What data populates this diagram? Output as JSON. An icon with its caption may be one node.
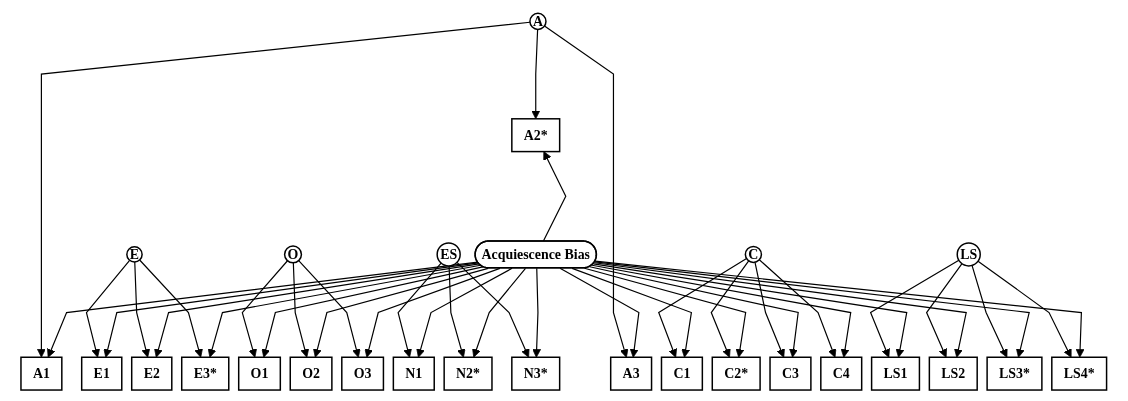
{
  "diagram": {
    "nodes": [
      {
        "text": [
          "E"
        ]
      },
      {
        "text": [
          "O"
        ]
      },
      {
        "text": [
          "ES"
        ]
      },
      {
        "text": [
          "A"
        ]
      },
      {
        "text": [
          "C"
        ]
      },
      {
        "text": [
          "LS"
        ]
      },
      {
        "text": [
          "E1"
        ]
      },
      {
        "text": [
          "E2"
        ]
      },
      {
        "text": [
          "E3*"
        ]
      },
      {
        "text": [
          "O1"
        ]
      },
      {
        "text": [
          "O2"
        ]
      },
      {
        "text": [
          "O3"
        ]
      },
      {
        "text": [
          "N1"
        ]
      },
      {
        "text": [
          "N2*"
        ]
      },
      {
        "text": [
          "N3*"
        ]
      },
      {
        "text": [
          "A1"
        ]
      },
      {
        "text": [
          "A2*"
        ]
      },
      {
        "text": [
          "A3"
        ]
      },
      {
        "text": [
          "C1"
        ]
      },
      {
        "text": [
          "C2*"
        ]
      },
      {
        "text": [
          "C3"
        ]
      },
      {
        "text": [
          "C4"
        ]
      },
      {
        "text": [
          "LS1"
        ]
      },
      {
        "text": [
          "LS2"
        ]
      },
      {
        "text": [
          "LS3*"
        ]
      },
      {
        "text": [
          "LS4*"
        ]
      },
      {
        "text": [
          "Acquiescence Bias"
        ]
      }
    ],
    "edges": [
      {
        "from": 0,
        "to": 6,
        "arrow": "to"
      },
      {
        "from": 0,
        "to": 7,
        "arrow": "to"
      },
      {
        "from": 0,
        "to": 8,
        "arrow": "to"
      },
      {
        "from": 1,
        "to": 9,
        "arrow": "to"
      },
      {
        "from": 1,
        "to": 10,
        "arrow": "to"
      },
      {
        "from": 1,
        "to": 11,
        "arrow": "to"
      },
      {
        "from": 2,
        "to": 12,
        "arrow": "to"
      },
      {
        "from": 2,
        "to": 13,
        "arrow": "to"
      },
      {
        "from": 2,
        "to": 14,
        "arrow": "to"
      },
      {
        "from": 3,
        "to": 15,
        "arrow": "to"
      },
      {
        "from": 3,
        "to": 16,
        "arrow": "to"
      },
      {
        "from": 3,
        "to": 17,
        "arrow": "to"
      },
      {
        "from": 4,
        "to": 18,
        "arrow": "to"
      },
      {
        "from": 4,
        "to": 19,
        "arrow": "to"
      },
      {
        "from": 4,
        "to": 20,
        "arrow": "to"
      },
      {
        "from": 4,
        "to": 21,
        "arrow": "to"
      },
      {
        "from": 5,
        "to": 22,
        "arrow": "to"
      },
      {
        "from": 5,
        "to": 23,
        "arrow": "to"
      },
      {
        "from": 5,
        "to": 24,
        "arrow": "to"
      },
      {
        "from": 5,
        "to": 25,
        "arrow": "to"
      },
      {
        "from": 26,
        "to": 6,
        "arrow": "to"
      },
      {
        "from": 26,
        "to": 7,
        "arrow": "to"
      },
      {
        "from": 26,
        "to": 8,
        "arrow": "to"
      },
      {
        "from": 26,
        "to": 9,
        "arrow": "to"
      },
      {
        "from": 26,
        "to": 10,
        "arrow": "to"
      },
      {
        "from": 26,
        "to": 11,
        "arrow": "to"
      },
      {
        "from": 26,
        "to": 12,
        "arrow": "to"
      },
      {
        "from": 26,
        "to": 13,
        "arrow": "to"
      },
      {
        "from": 26,
        "to": 14,
        "arrow": "to"
      },
      {
        "from": 26,
        "to": 15,
        "arrow": "to"
      },
      {
        "from": 26,
        "to": 16,
        "arrow": "to"
      },
      {
        "from": 26,
        "to": 17,
        "arrow": "to"
      },
      {
        "from": 26,
        "to": 18,
        "arrow": "to"
      },
      {
        "from": 26,
        "to": 19,
        "arrow": "to"
      },
      {
        "from": 26,
        "to": 20,
        "arrow": "to"
      },
      {
        "from": 26,
        "to": 21,
        "arrow": "to"
      },
      {
        "from": 26,
        "to": 22,
        "arrow": "to"
      },
      {
        "from": 26,
        "to": 23,
        "arrow": "to"
      },
      {
        "from": 26,
        "to": 24,
        "arrow": "to"
      },
      {
        "from": 26,
        "to": 25,
        "arrow": "to"
      }
    ]
  }
}
